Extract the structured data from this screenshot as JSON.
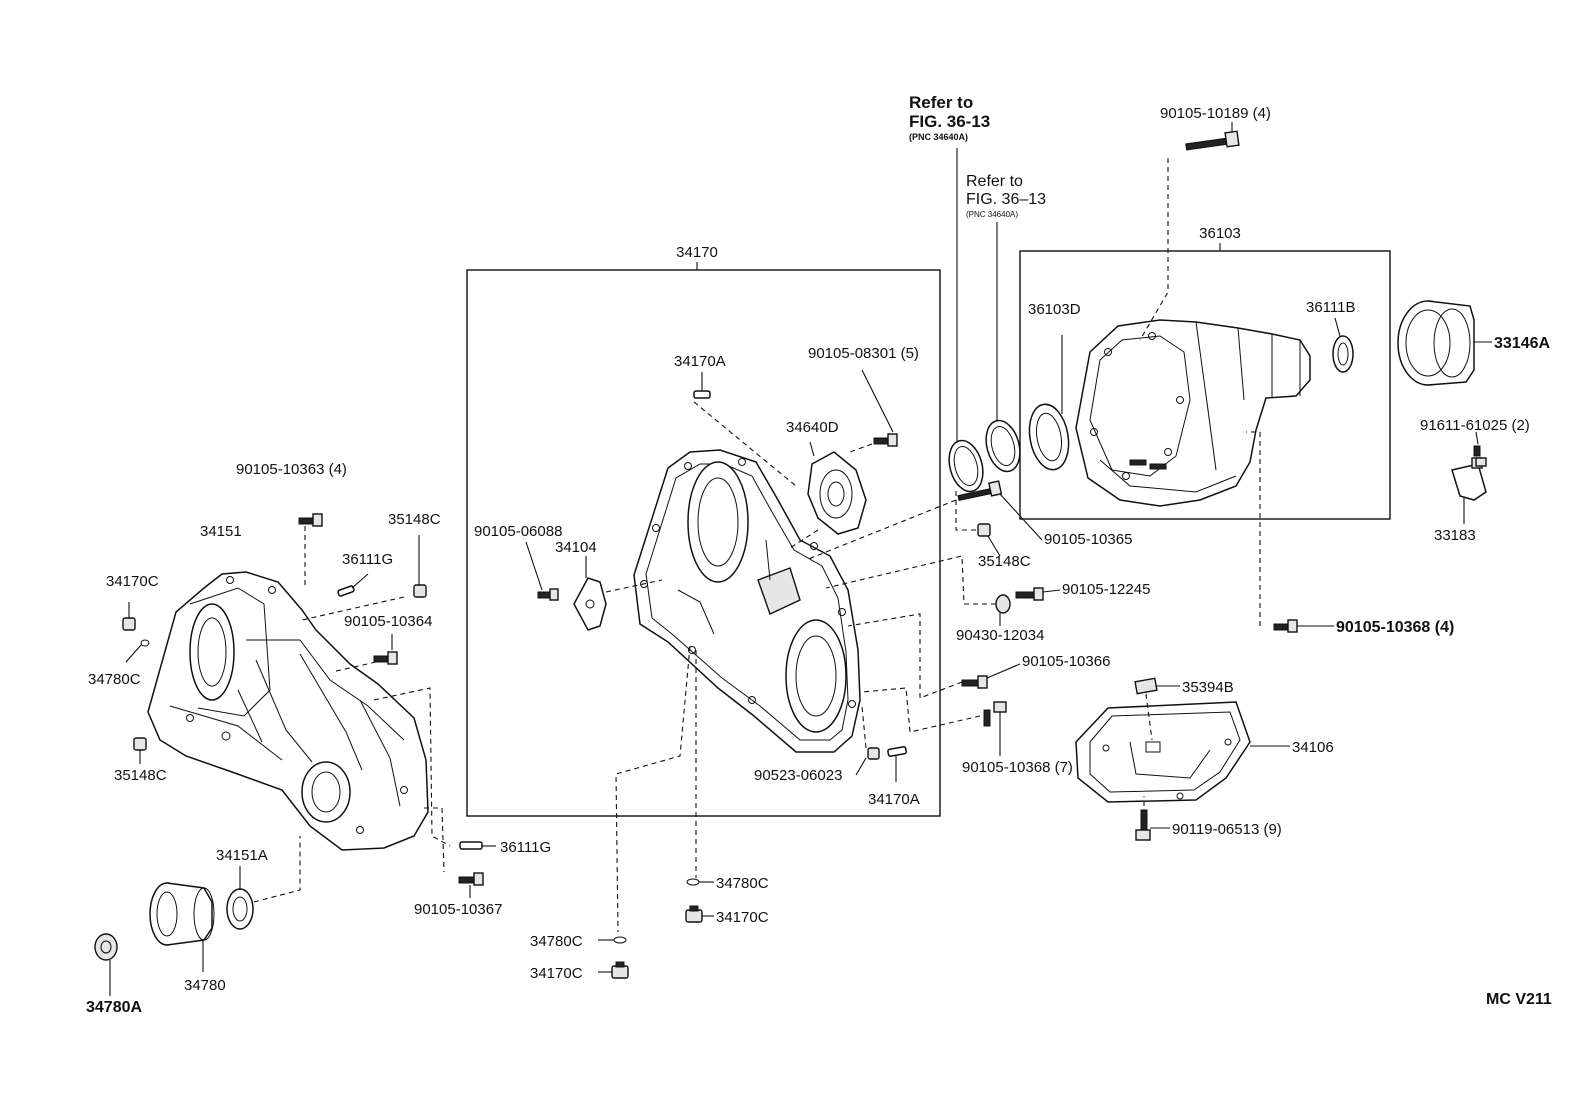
{
  "labels": {
    "asm_34170": "34170",
    "asm_36103": "36103",
    "p_34170A_top": "34170A",
    "p_90105_08301": "90105-08301 (5)",
    "p_34640D": "34640D",
    "p_90105_06088": "90105-06088",
    "p_34104": "34104",
    "p_90523_06023": "90523-06023",
    "p_34170A_bot": "34170A",
    "p_36103D": "36103D",
    "p_36111B": "36111B",
    "p_33146A": "33146A",
    "p_90105_10189": "90105-10189 (4)",
    "p_91611_61025": "91611-61025 (2)",
    "p_33183": "33183",
    "p_90105_10368_4": "90105-10368 (4)",
    "p_90105_10365": "90105-10365",
    "p_35148C_mid": "35148C",
    "p_90105_12245": "90105-12245",
    "p_90430_12034": "90430-12034",
    "p_90105_10366": "90105-10366",
    "p_90105_10368_7": "90105-10368 (7)",
    "p_35394B": "35394B",
    "p_34106": "34106",
    "p_90119_06513": "90119-06513 (9)",
    "p_90105_10363": "90105-10363 (4)",
    "p_34151": "34151",
    "p_35148C_top": "35148C",
    "p_36111G_top": "36111G",
    "p_34170C_left": "34170C",
    "p_90105_10364": "90105-10364",
    "p_34780C_left": "34780C",
    "p_35148C_left": "35148C",
    "p_34151A": "34151A",
    "p_36111G_bot": "36111G",
    "p_90105_10367": "90105-10367",
    "p_34780": "34780",
    "p_34780A": "34780A",
    "p_34780C_mid": "34780C",
    "p_34170C_mid": "34170C",
    "p_34780C_low": "34780C",
    "p_34170C_low": "34170C",
    "fig_code": "MC  V211"
  },
  "refs": {
    "ref1_l1": "Refer to",
    "ref1_l2": "FIG. 36-13",
    "ref1_l3": "(PNC 34640A)",
    "ref2_l1": "Refer to",
    "ref2_l2": "FIG. 36–13",
    "ref2_l3": "(PNC 34640A)"
  }
}
